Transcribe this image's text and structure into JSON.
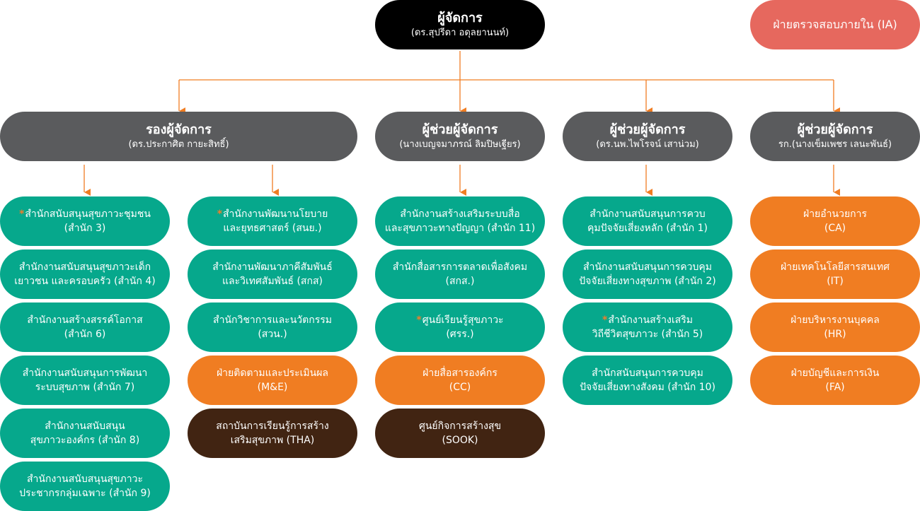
{
  "top": {
    "manager": {
      "title": "ผู้จัดการ",
      "name": "(ดร.สุปรีดา อดุลยานนท์)"
    },
    "audit": {
      "label": "ฝ่ายตรวจสอบภายใน (IA)"
    }
  },
  "heads": {
    "deputy": {
      "title": "รองผู้จัดการ",
      "name": "(ดร.ประกาศิต กายะสิทธิ์)"
    },
    "asst1": {
      "title": "ผู้ช่วยผู้จัดการ",
      "name": "(นางเบญจมาภรณ์ ลิมปิษเฐียร)"
    },
    "asst2": {
      "title": "ผู้ช่วยผู้จัดการ",
      "name": "(ดร.นพ.ไพโรจน์ เสาน่วม)"
    },
    "asst3": {
      "title": "ผู้ช่วยผู้จัดการ",
      "name": "รก.(นางเข็มเพชร เลนะพันธ์)"
    }
  },
  "star": "*",
  "units": {
    "col1": [
      {
        "l1": "สำนักสนับสนุนสุขภาวะชุมชน",
        "l2": "(สำนัก 3)",
        "star": true
      },
      {
        "l1": "สำนักงานสนับสนุนสุขภาวะเด็ก",
        "l2": "เยาวชน และครอบครัว (สำนัก 4)"
      },
      {
        "l1": "สำนักงานสร้างสรรค์โอกาส",
        "l2": "(สำนัก 6)"
      },
      {
        "l1": "สำนักงานสนับสนุนการพัฒนา",
        "l2": "ระบบสุขภาพ (สำนัก 7)"
      },
      {
        "l1": "สำนักงานสนับสนุน",
        "l2": "สุขภาวะองค์กร (สำนัก 8)"
      },
      {
        "l1": "สำนักงานสนับสนุนสุขภาวะ",
        "l2": "ประชากรกลุ่มเฉพาะ (สำนัก 9)"
      }
    ],
    "col2": [
      {
        "l1": "สำนักงานพัฒนานโยบาย",
        "l2": "และยุทธศาสตร์ (สนย.)",
        "star": true
      },
      {
        "l1": "สำนักงานพัฒนาภาคีสัมพันธ์",
        "l2": "และวิเทศสัมพันธ์ (สกส)"
      },
      {
        "l1": "สำนักวิชาการและนวัตกรรม",
        "l2": "(สวน.)"
      },
      {
        "l1": "ฝ่ายติดตามและประเมินผล",
        "l2": "(M&E)"
      },
      {
        "l1": "สถาบันการเรียนรู้การสร้าง",
        "l2": "เสริมสุขภาพ (THA)"
      }
    ],
    "col3": [
      {
        "l1": "สำนักงานสร้างเสริมระบบสื่อ",
        "l2": "และสุขภาวะทางปัญญา (สำนัก 11)"
      },
      {
        "l1": "สำนักสื่อสารการตลาดเพื่อสังคม",
        "l2": "(สกส.)"
      },
      {
        "l1": "ศูนย์เรียนรู้สุขภาวะ",
        "l2": "(ศรร.)",
        "star": true
      },
      {
        "l1": "ฝ่ายสื่อสารองค์กร",
        "l2": "(CC)"
      },
      {
        "l1": "ศูนย์กิจการสร้างสุข",
        "l2": "(SOOK)"
      }
    ],
    "col4": [
      {
        "l1": "สำนักงานสนับสนุนการควบ",
        "l2": "คุมปัจจัยเสี่ยงหลัก (สำนัก 1)"
      },
      {
        "l1": "สำนักงานสนับสนุนการควบคุม",
        "l2": "ปัจจัยเสี่ยงทางสุขภาพ (สำนัก 2)"
      },
      {
        "l1": "สำนักงานสร้างเสริม",
        "l2": "วิถีชีวิตสุขภาวะ (สำนัก 5)",
        "star": true
      },
      {
        "l1": "สำนักสนับสนุนการควบคุม",
        "l2": "ปัจจัยเสี่ยงทางสังคม (สำนัก 10)"
      }
    ],
    "col5": [
      {
        "l1": "ฝ่ายอำนวยการ",
        "l2": "(CA)"
      },
      {
        "l1": "ฝ่ายเทคโนโลยีสารสนเทศ",
        "l2": "(IT)"
      },
      {
        "l1": "ฝ่ายบริหารงานบุคคล",
        "l2": "(HR)"
      },
      {
        "l1": "ฝ่ายบัญชีและการเงิน",
        "l2": "(FA)"
      }
    ]
  },
  "colors": {
    "manager": "#000000",
    "head": "#5a5b5d",
    "office": "#06a88c",
    "division": "#f07d22",
    "institute": "#412412",
    "audit": "#e6685e",
    "connector": "#f07d22"
  }
}
